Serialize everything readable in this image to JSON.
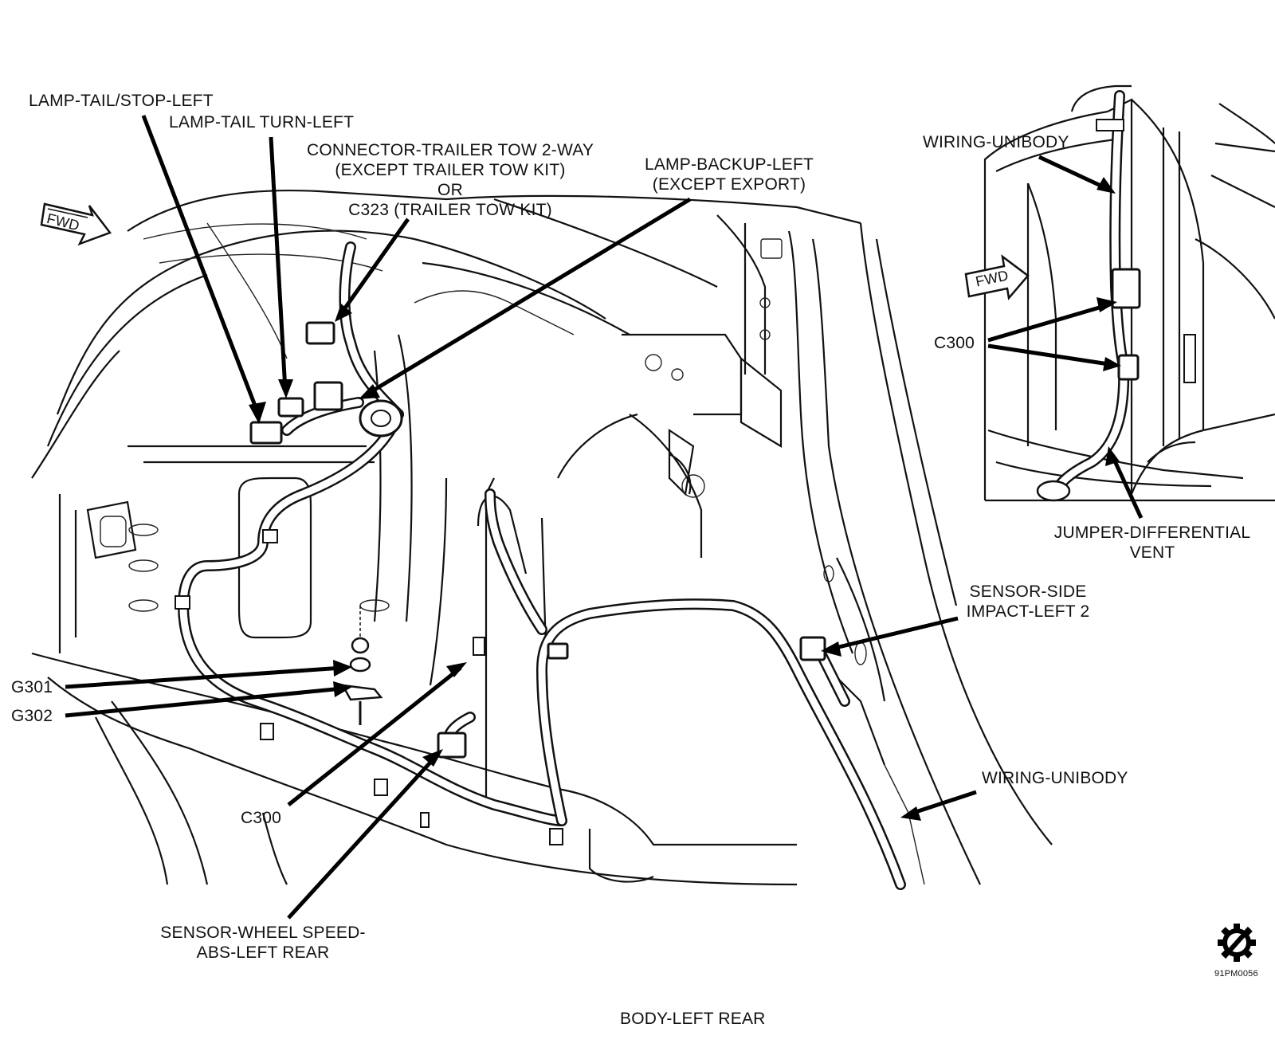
{
  "labels": {
    "lamp_tail_stop": "LAMP-TAIL/STOP-LEFT",
    "lamp_tail_turn": "LAMP-TAIL TURN-LEFT",
    "connector_trailer_1": "CONNECTOR-TRAILER TOW 2-WAY",
    "connector_trailer_2": "(EXCEPT TRAILER TOW KIT)",
    "connector_trailer_3": "OR",
    "connector_trailer_4": "C323 (TRAILER TOW KIT)",
    "lamp_backup_1": "LAMP-BACKUP-LEFT",
    "lamp_backup_2": "(EXCEPT EXPORT)",
    "wiring_unibody_inset": "WIRING-UNIBODY",
    "c300_inset": "C300",
    "jumper_diff_1": "JUMPER-DIFFERENTIAL",
    "jumper_diff_2": "VENT",
    "sensor_side_1": "SENSOR-SIDE",
    "sensor_side_2": "IMPACT-LEFT 2",
    "g301": "G301",
    "g302": "G302",
    "c300_main": "C300",
    "wiring_unibody_main": "WIRING-UNIBODY",
    "sensor_wheel_1": "SENSOR-WHEEL SPEED-",
    "sensor_wheel_2": "ABS-LEFT REAR",
    "fwd_main": "FWD",
    "fwd_inset": "FWD",
    "figure_id": "91PM0056",
    "caption": "BODY-LEFT REAR"
  },
  "icons": {
    "service_symbol": "service-gear-icon",
    "forward_arrow": "fwd-arrow-icon"
  }
}
